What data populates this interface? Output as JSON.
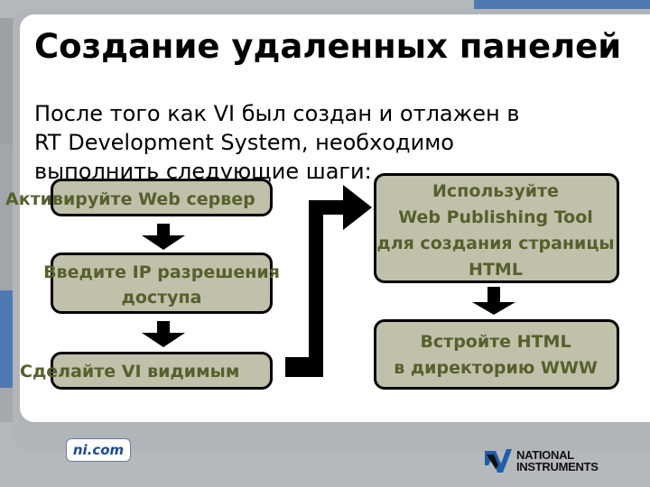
{
  "slide": {
    "title": "Создание удаленных панелей",
    "body_line1": "После того как VI был создан и отлажен в",
    "body_line2": "RT Development System, необходимо",
    "body_line3": "выполнить следующие шаги:"
  },
  "left_steps": [
    {
      "line1": "Активируйте Web сервер"
    },
    {
      "line1": "Введите IP разрешения",
      "line2": "доступа"
    },
    {
      "line1": "Сделайте VI видимым"
    }
  ],
  "right_steps": [
    {
      "line1": "Используйте",
      "line2": "Web Publishing Tool",
      "line3": "для создания страницы",
      "line4": "HTML"
    },
    {
      "line1": "Встройте HTML",
      "line2": "в директорию WWW"
    }
  ],
  "footer": {
    "site_link": "ni.com",
    "brand_line1": "NATIONAL",
    "brand_line2": "INSTRUMENTS"
  },
  "colors": {
    "accent_blue": "#4f79b4",
    "box_fill": "#c1c0aa",
    "box_text": "#56602c"
  },
  "icons": [
    "ni-eagle-logo-icon",
    "arrow-down-icon",
    "arrow-right-icon"
  ]
}
